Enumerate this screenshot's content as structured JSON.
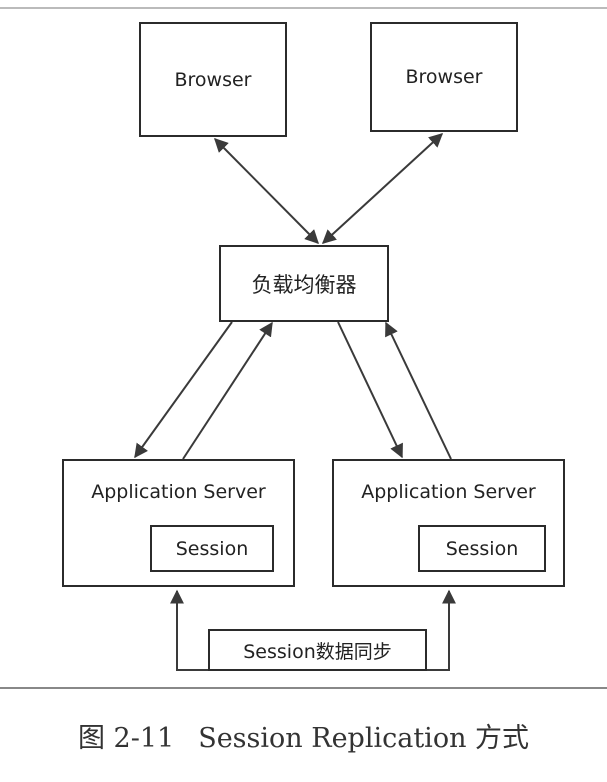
{
  "diagram": {
    "browser_left": "Browser",
    "browser_right": "Browser",
    "load_balancer": "负载均衡器",
    "server_left": {
      "title": "Application Server",
      "session": "Session"
    },
    "server_right": {
      "title": "Application Server",
      "session": "Session"
    },
    "sync_label": "Session数据同步"
  },
  "caption": {
    "number": "图 2-11",
    "text": "Session Replication 方式"
  },
  "colors": {
    "line": "#3a3a3a",
    "border": "#2b2b2b",
    "text": "#222222"
  }
}
